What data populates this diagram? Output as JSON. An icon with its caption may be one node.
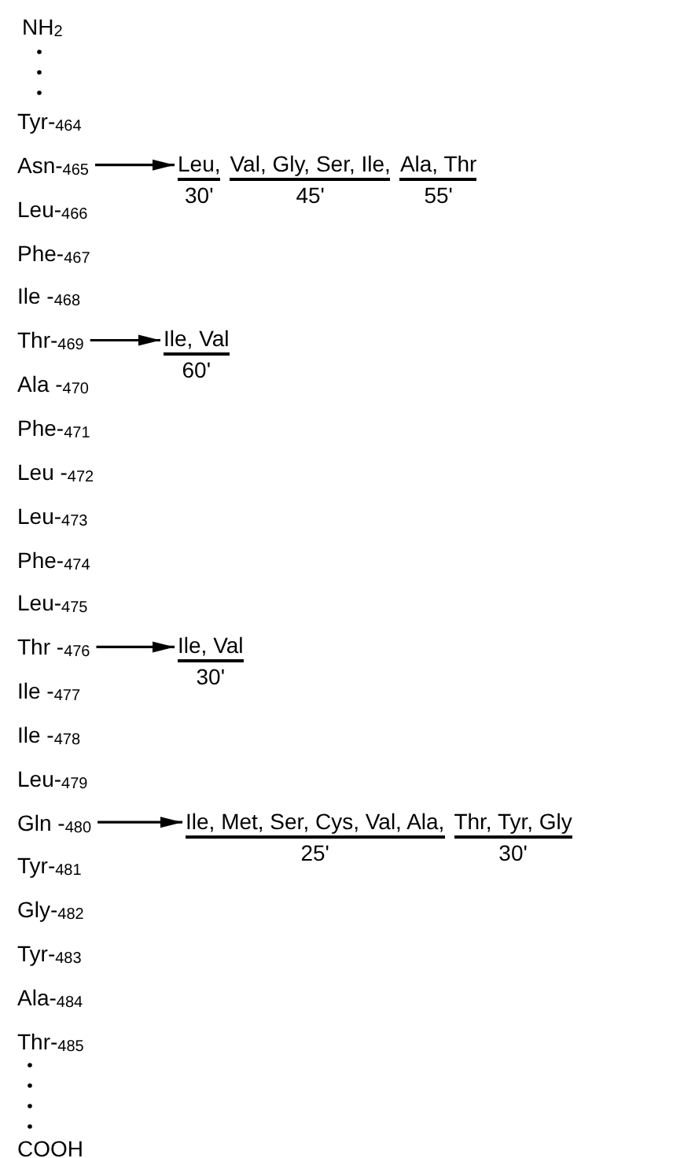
{
  "diagram": {
    "nodes": [
      {
        "text": [
          "Asn-$_{465}$"
        ]
      },
      {
        "text": [
          "Leu,"
        ],
        "beside": [
          "30'"
        ]
      },
      {
        "text": [
          "Val, Gly, Ser, Ile,"
        ],
        "beside": [
          "45'"
        ]
      },
      {
        "text": [
          "Ala, Thr"
        ],
        "beside": [
          "55'"
        ]
      },
      {
        "text": [
          "Thr-$_{469}$"
        ]
      },
      {
        "text": [
          "Ile, Val"
        ],
        "beside": [
          "60'"
        ]
      },
      {
        "text": [
          "Thr -$_{476}$"
        ]
      },
      {
        "text": [
          "Ile, Val"
        ],
        "beside": [
          "30'"
        ]
      },
      {
        "text": [
          "Gln -$_{480}$"
        ]
      },
      {
        "text": [
          "Ile, Met, Ser, Cys, Val, Ala,"
        ],
        "beside": [
          "25'"
        ]
      },
      {
        "text": [
          "Thr, Tyr, Gly"
        ],
        "beside": [
          "30'"
        ]
      }
    ],
    "edges": [
      {
        "from": 0,
        "to": 1,
        "arrow": "to"
      },
      {
        "from": 4,
        "to": 5,
        "arrow": "to"
      },
      {
        "from": 6,
        "to": 7,
        "arrow": "to"
      },
      {
        "from": 8,
        "to": 9,
        "arrow": "to"
      }
    ],
    "labels": [
      "NH$_{2}$",
      "Tyr-$_{464}$",
      "Leu-$_{466}$",
      "Phe-$_{467}$",
      "Ile -$_{468}$",
      "Ala -$_{470}$",
      "Phe-$_{471}$",
      "Leu -$_{472}$",
      "Leu-$_{473}$",
      "Phe-$_{474}$",
      "Leu-$_{475}$",
      "Ile -$_{477}$",
      "Ile -$_{478}$",
      "Leu-$_{479}$",
      "Tyr-$_{481}$",
      "Gly-$_{482}$",
      "Tyr-$_{483}$",
      "Ala-$_{484}$",
      "Thr-$_{485}$",
      "COOH"
    ]
  }
}
